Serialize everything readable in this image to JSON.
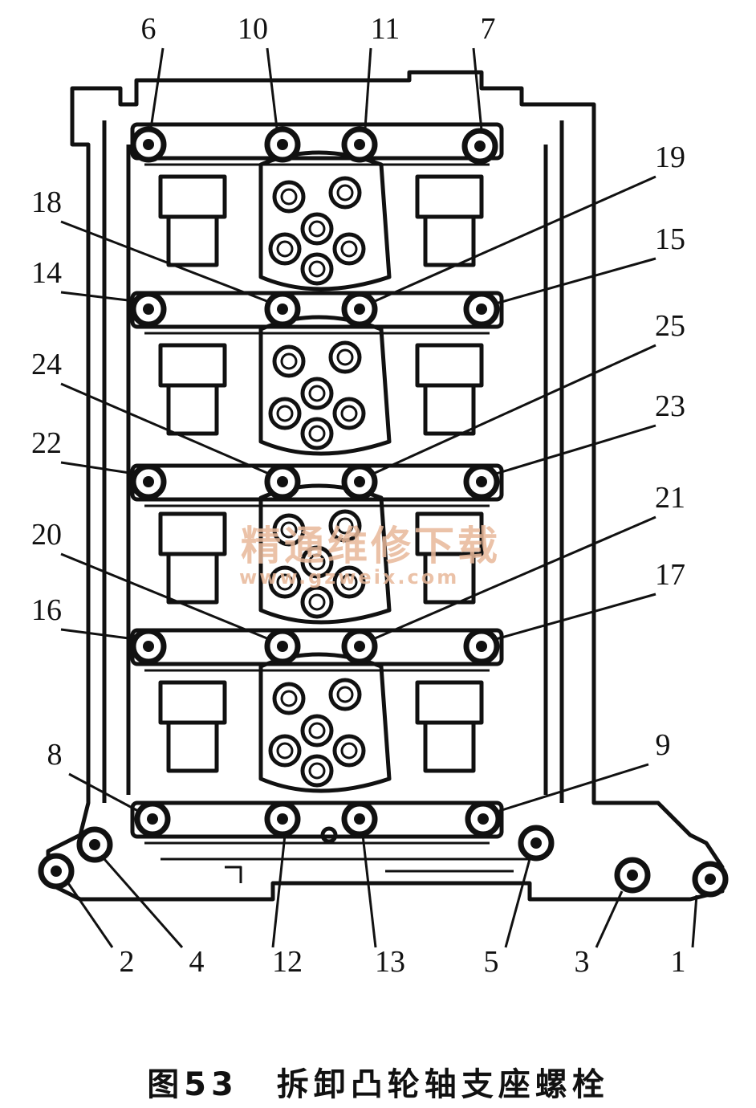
{
  "caption": {
    "figure": "图53",
    "title": "拆卸凸轮轴支座螺栓"
  },
  "watermark": {
    "text": "精通维修下载",
    "url": "www.gzweix.com"
  },
  "callouts": [
    "1",
    "2",
    "3",
    "4",
    "5",
    "6",
    "7",
    "8",
    "9",
    "10",
    "11",
    "12",
    "13",
    "14",
    "15",
    "16",
    "17",
    "18",
    "19",
    "20",
    "21",
    "22",
    "23",
    "24",
    "25"
  ],
  "colors": {
    "ink": "#111111",
    "watermark": "#e8b89a",
    "background": "#ffffff"
  }
}
